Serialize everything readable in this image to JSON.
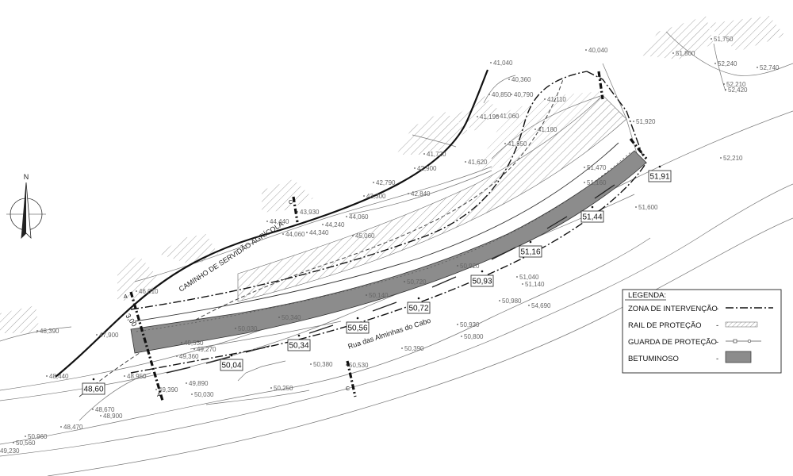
{
  "north_label": "N",
  "road_labels": {
    "service_road": "CAMINHO DE SERVIDÃO AGRÍCOLA",
    "street": "Rua das Alminhas do Cabo",
    "width": "3,00"
  },
  "section_marks": [
    "A",
    "A",
    "C",
    "C"
  ],
  "spot_levels": [
    "48,60",
    "50,04",
    "50,34",
    "50,56",
    "50,72",
    "50,93",
    "51,16",
    "51,44",
    "51,91"
  ],
  "survey_elevations": [
    "51,750",
    "51,800",
    "52,240",
    "52,740",
    "52,210",
    "52,420",
    "40,040",
    "41,040",
    "40,360",
    "40,850",
    "40,790",
    "41,110",
    "41,060",
    "41,190",
    "41,180",
    "41,350",
    "41,720",
    "41,620",
    "51,920",
    "51,470",
    "51,160",
    "51,600",
    "52,210",
    "42,900",
    "42,790",
    "42,840",
    "43,300",
    "43,930",
    "44,060",
    "44,240",
    "44,440",
    "44,060",
    "44,340",
    "45,060",
    "46,010",
    "47,900",
    "48,390",
    "48,440",
    "49,530",
    "49,360",
    "49,270",
    "50,030",
    "50,340",
    "50,140",
    "50,720",
    "50,920",
    "51,040",
    "51,140",
    "50,980",
    "54,690",
    "50,930",
    "50,800",
    "50,380",
    "50,530",
    "50,390",
    "50,250",
    "48,950",
    "49,390",
    "49,890",
    "50,030",
    "48,670",
    "48,900",
    "48,470",
    "50,960",
    "50,560",
    "49,230"
  ],
  "legend": {
    "title": "LEGENDA:",
    "items": [
      {
        "label": "ZONA DE INTERVENÇÃO",
        "suffix": "-",
        "symbol": "dash-dot-line"
      },
      {
        "label": "RAIL DE PROTEÇÃO",
        "suffix": "-",
        "symbol": "hatched-band"
      },
      {
        "label": "GUARDA DE PROTEÇÃO",
        "suffix": "-",
        "symbol": "line-with-posts"
      },
      {
        "label": "BETUMINOSO",
        "suffix": "-",
        "symbol": "grey-fill"
      }
    ]
  },
  "colors": {
    "asphalt": "#8c8c8c",
    "line": "#222222",
    "thin_line": "#777777",
    "hatch": "#999999"
  }
}
